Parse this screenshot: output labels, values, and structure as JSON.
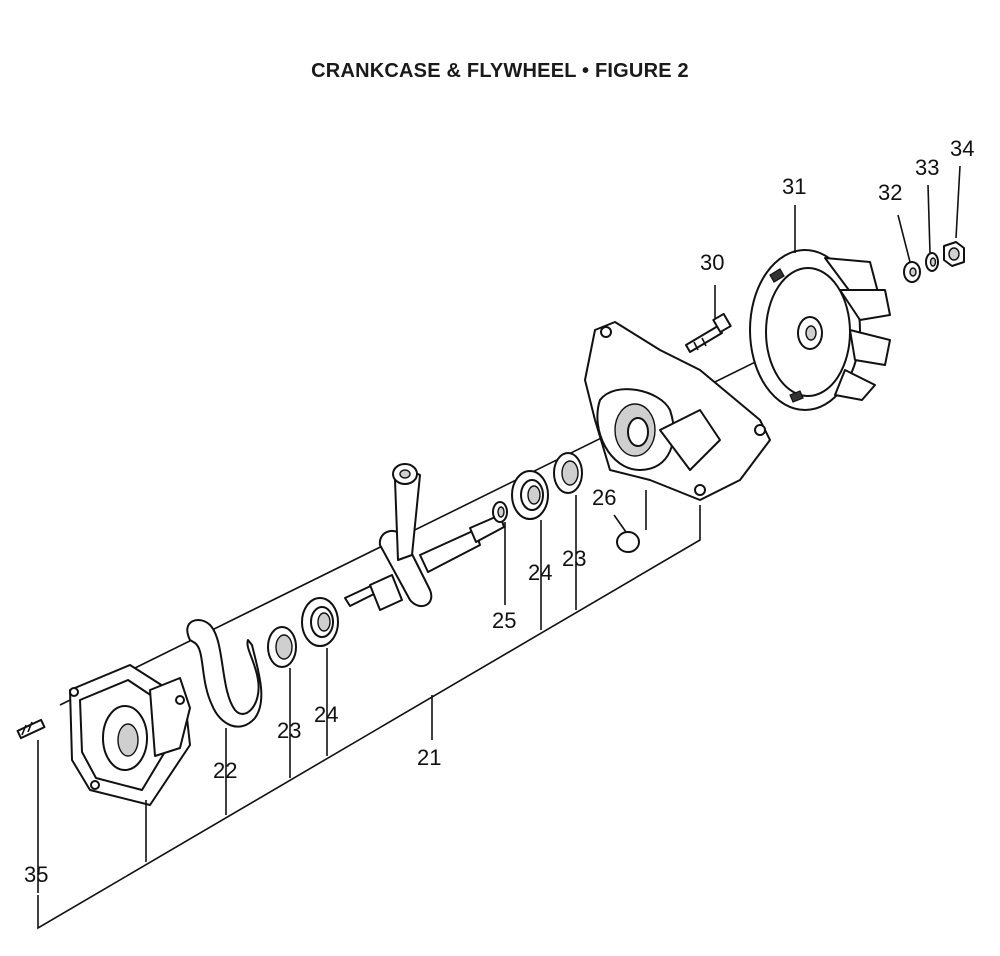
{
  "title": "CRANKCASE & FLYWHEEL  •  FIGURE 2",
  "labels": {
    "p21": "21",
    "p22": "22",
    "p23a": "23",
    "p23b": "23",
    "p24a": "24",
    "p24b": "24",
    "p25": "25",
    "p26": "26",
    "p30": "30",
    "p31": "31",
    "p32": "32",
    "p33": "33",
    "p34": "34",
    "p35": "35"
  }
}
